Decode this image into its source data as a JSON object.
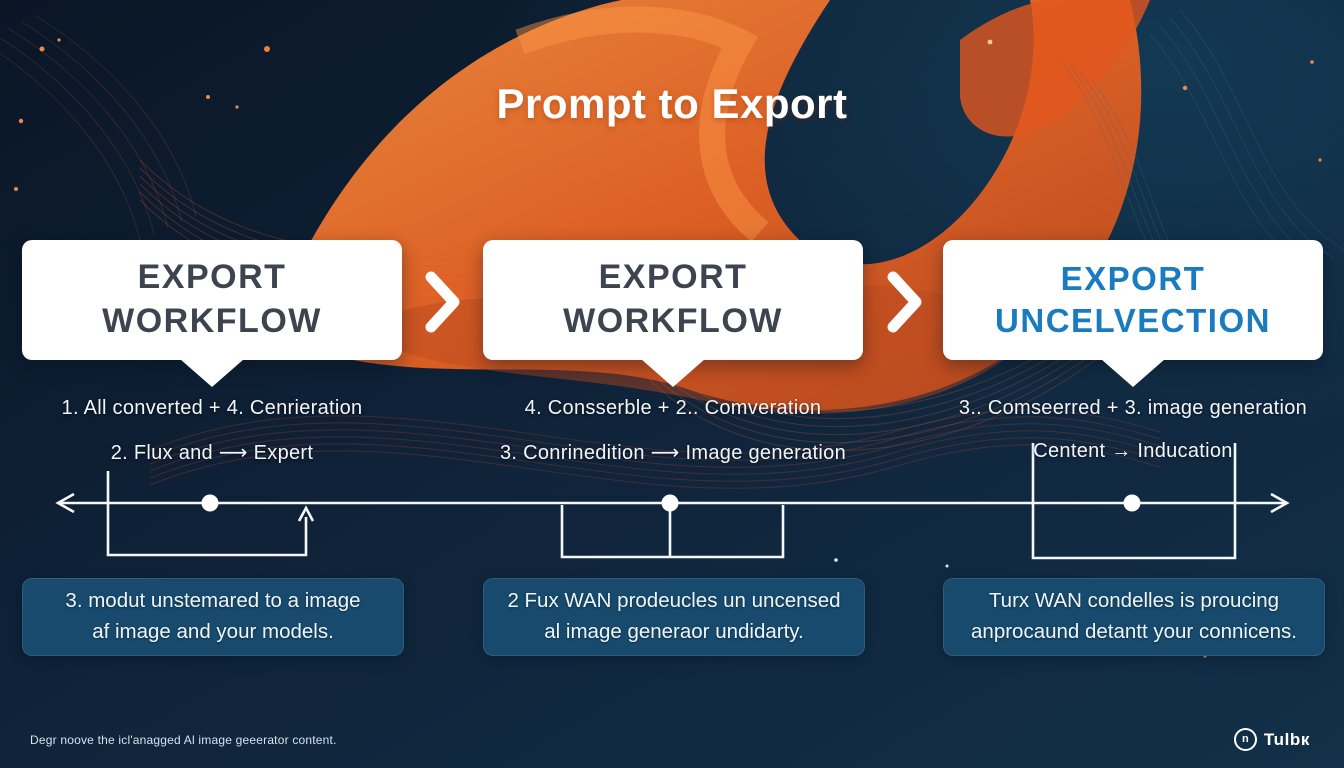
{
  "title": "Prompt to Export",
  "bubbles": [
    {
      "line1": "EXPORT",
      "line2": "WORKFLOW"
    },
    {
      "line1": "EXPORT",
      "line2": "WORKFLOW"
    },
    {
      "line1": "EXPORT",
      "line2": "UNCELVECTION"
    }
  ],
  "steps": [
    {
      "row1": "1. All converted  +  4. Cenrieration",
      "row2": "2. Flux and ⟶ Expert"
    },
    {
      "row1": "4. Consserble  +  2.. Comveration",
      "row2": "3. Conrinedition ⟶ Image generation"
    },
    {
      "row1": "3.. Comseerred  +  3. image generation",
      "row2": "Centent → Inducation"
    }
  ],
  "notes": [
    {
      "line1": "3. modut unstemared to a image",
      "line2": "af image and your models."
    },
    {
      "line1": "2 Fux WAN prodeucles un uncensed",
      "line2": "al image generaor undidarty."
    },
    {
      "line1": "Turx WAN condelles is proucing",
      "line2": "anprocaund detantt your connicens."
    }
  ],
  "footer": {
    "note": "Degr noove the icl'anagged Al image geeerator content.",
    "brand": "Tulbк",
    "logo_glyph": "n"
  },
  "icons": {
    "divider": "chevron-right-icon",
    "logo": "tulbk-logo-icon"
  },
  "colors": {
    "background": "#0e2136",
    "accent_orange": "#ec6423",
    "bubble_bg": "#ffffff",
    "bubble_text": "#3d4450",
    "bubble_text_highlight": "#1a7cc0",
    "note_bg": "#174a6c",
    "timeline": "#f4f8fb",
    "text": "#f2f6fa"
  }
}
